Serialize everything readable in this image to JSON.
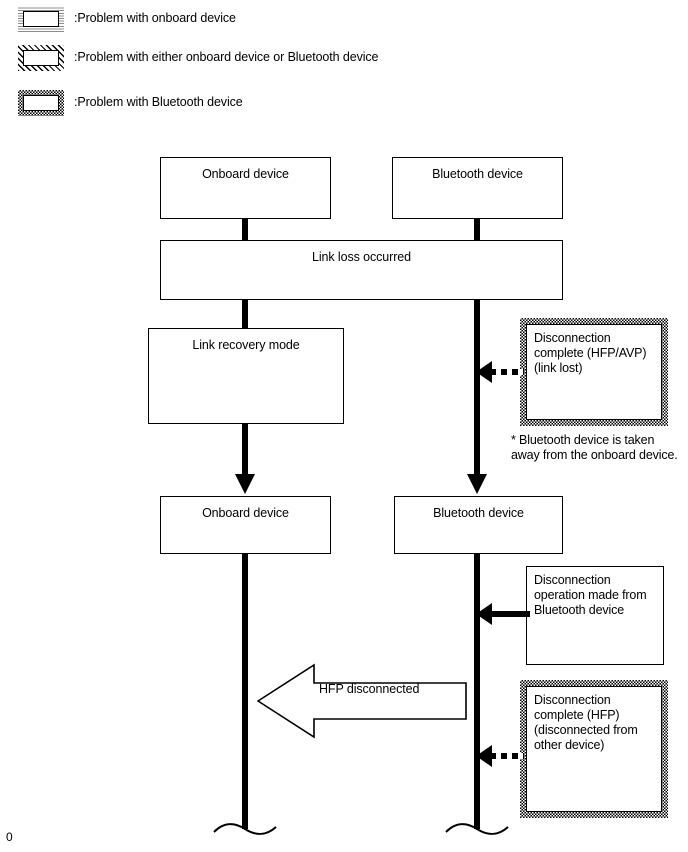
{
  "legend": {
    "items": [
      {
        "icon": "hatched-gray-box-icon",
        "style": "onboard",
        "label": ":Problem with onboard device"
      },
      {
        "icon": "diagonal-striped-box-icon",
        "style": "either",
        "label": ":Problem with either onboard device or Bluetooth device"
      },
      {
        "icon": "dotted-box-icon",
        "style": "bluetooth",
        "label": ":Problem with Bluetooth device"
      }
    ]
  },
  "diagram": {
    "top_row": {
      "left_box": "Onboard device",
      "right_box": "Bluetooth device"
    },
    "link_loss_bar": "Link loss occurred",
    "link_recovery_box": "Link recovery mode",
    "disconnect_complete_hfp_avp": "Disconnection complete (HFP/AVP) (link lost)",
    "disconnect_complete_hfp_avp_lines": [
      "Disconnection",
      "complete (HFP/AVP)",
      "(link lost)"
    ],
    "note_taken_away_lines": [
      "* Bluetooth device is taken",
      "away from the onboard device."
    ],
    "second_row": {
      "left_box": "Onboard device",
      "right_box": "Bluetooth device"
    },
    "disconnect_operation_box_lines": [
      "Disconnection",
      "operation made from",
      "Bluetooth device"
    ],
    "hfp_disconnected_arrow": "HFP disconnected",
    "disconnect_complete_hfp_other_lines": [
      "Disconnection",
      "complete (HFP)",
      "(disconnected from",
      "other device)"
    ]
  },
  "page_marker": "0",
  "colors": {
    "stroke": "#000000",
    "background": "#ffffff",
    "hatch_gray": "#8c8c8c"
  }
}
